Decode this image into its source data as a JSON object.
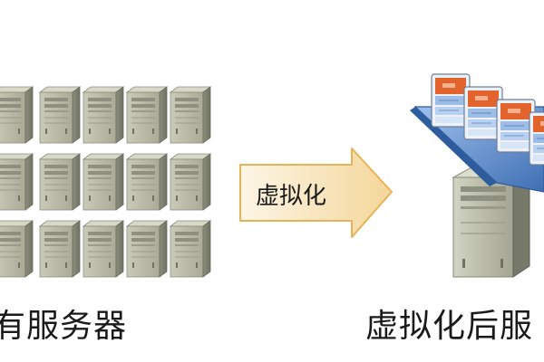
{
  "diagram": {
    "arrow_label": "虚拟化",
    "left_caption": "有服务器",
    "right_caption": "虚拟化后服",
    "server_grid": {
      "rows": 3,
      "cols": 5
    },
    "virtual_machine_count": 4,
    "colors": {
      "server_body": "#b9bba6",
      "arrow_fill": "#f6e3b6",
      "arrow_stroke": "#e9b75a",
      "platform": "#5f8ecf",
      "vm_header": "#e2632b"
    }
  }
}
